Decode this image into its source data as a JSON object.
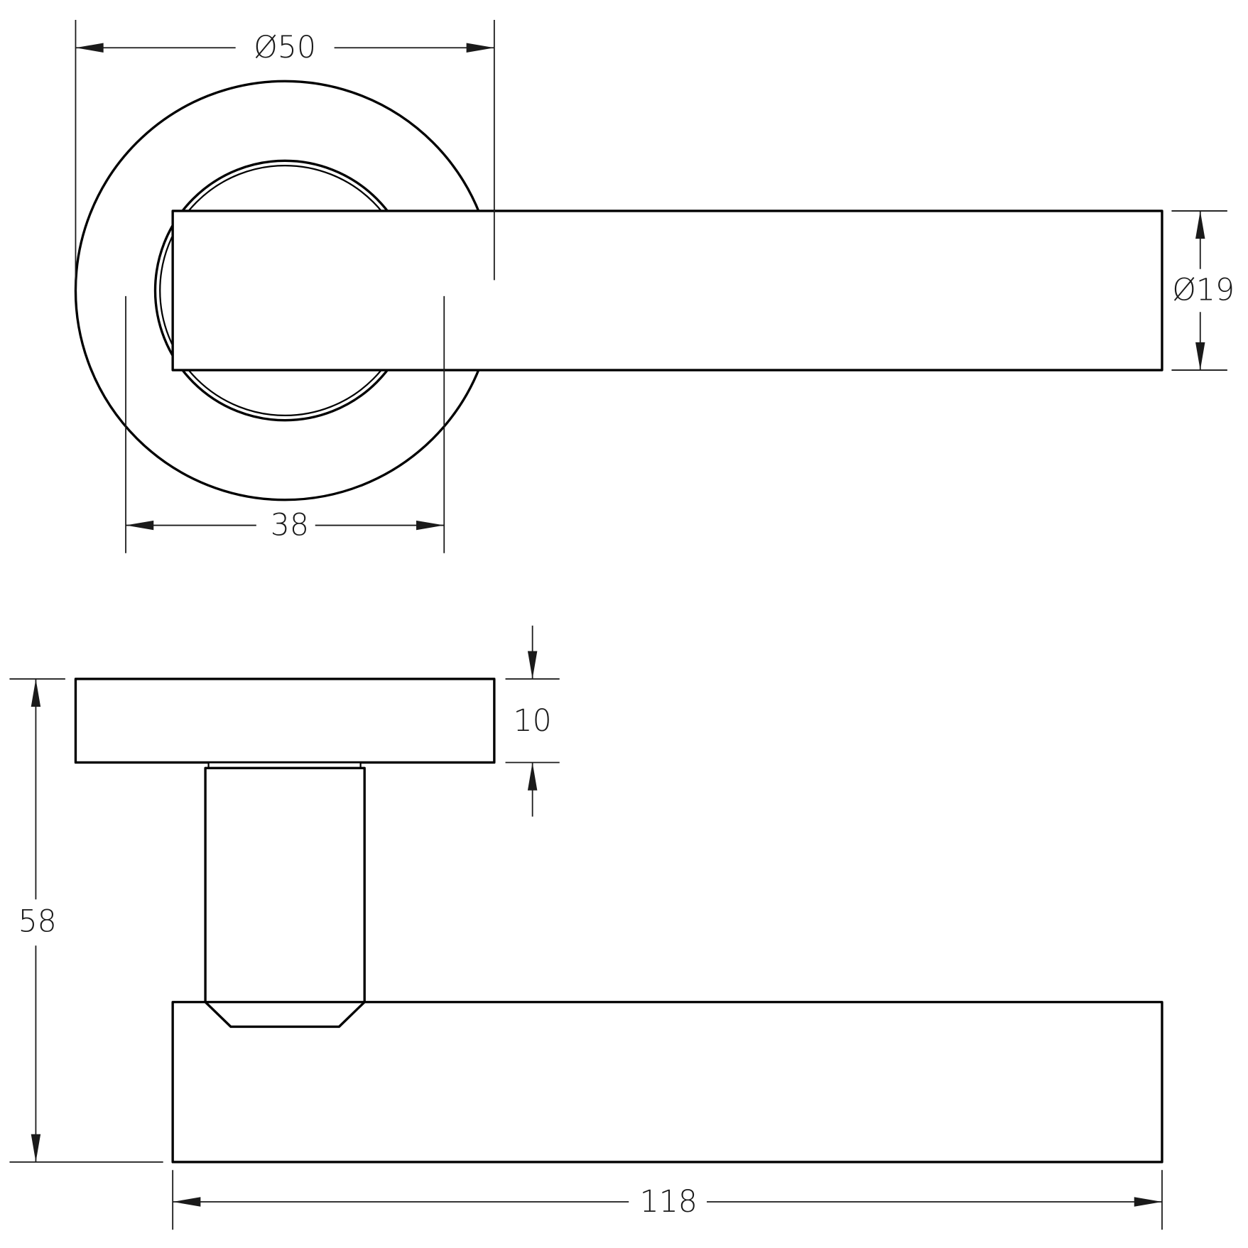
{
  "dimensions": {
    "rose_diameter": "Ø50",
    "lever_diameter": "Ø19",
    "inner_width": "38",
    "rose_thickness": "10",
    "projection": "58",
    "lever_length": "118"
  },
  "colors": {
    "line": "#000000",
    "background": "#ffffff"
  }
}
